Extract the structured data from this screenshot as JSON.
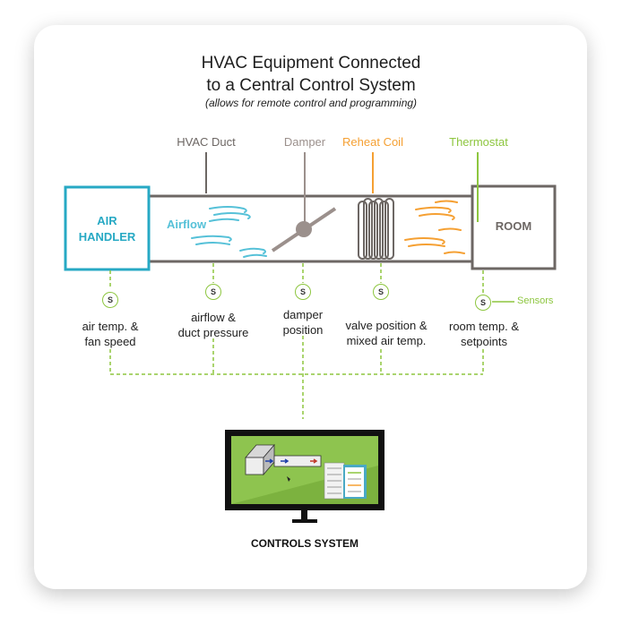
{
  "title_line1": "HVAC Equipment Connected",
  "title_line2": "to a Central Control System",
  "subtitle": "(allows for remote control and programming)",
  "callouts": {
    "duct": "HVAC Duct",
    "damper": "Damper",
    "reheat": "Reheat Coil",
    "thermostat": "Thermostat"
  },
  "air_handler": {
    "line1": "AIR",
    "line2": "HANDLER"
  },
  "room": "ROOM",
  "airflow": "Airflow",
  "sensor_letter": "S",
  "sensors_label": "Sensors",
  "sensor_descs": [
    {
      "line1": "air temp. &",
      "line2": "fan speed"
    },
    {
      "line1": "airflow &",
      "line2": "duct pressure"
    },
    {
      "line1": "damper",
      "line2": "position"
    },
    {
      "line1": "valve position &",
      "line2": "mixed air temp."
    },
    {
      "line1": "room temp. &",
      "line2": "setpoints"
    }
  ],
  "controls_label": "CONTROLS SYSTEM",
  "colors": {
    "duct": "#6d6764",
    "air_handler": "#27a9c4",
    "damper": "#9b908c",
    "reheat": "#f5a033",
    "thermostat": "#8dc63f",
    "airflow": "#56c1d8",
    "screen": "#8ec44f"
  }
}
